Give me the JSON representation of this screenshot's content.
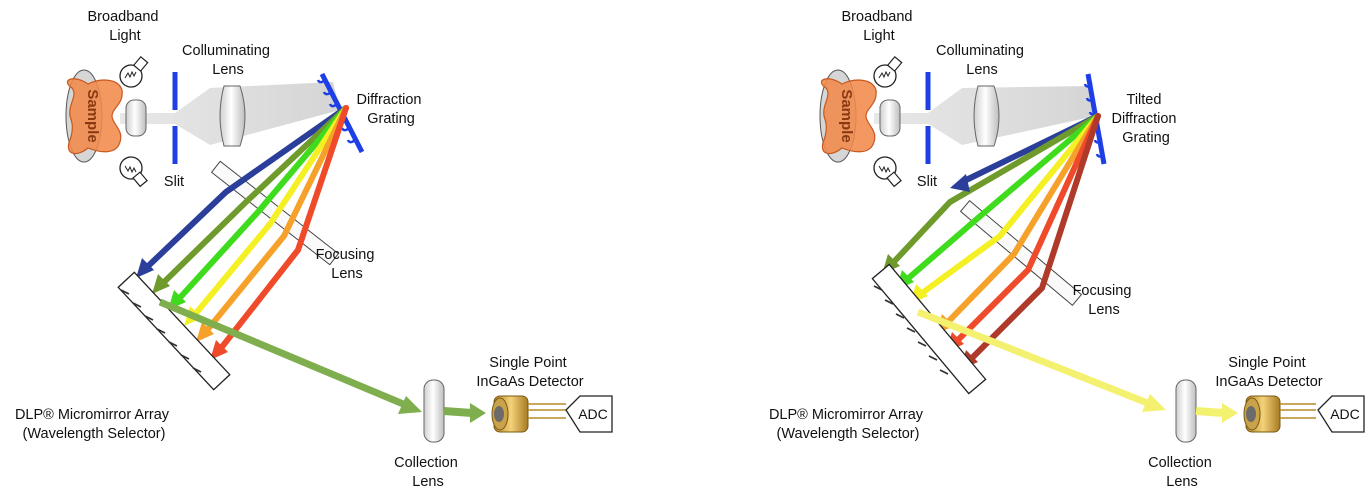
{
  "panels": [
    {
      "labels": {
        "broadband": [
          "Broadband",
          "Light"
        ],
        "collimating": [
          "Colluminating",
          "Lens"
        ],
        "grating": [
          "Diffraction",
          "Grating"
        ],
        "slit": "Slit",
        "focusing": [
          "Focusing",
          "Lens"
        ],
        "dmd": [
          "DLP® Micromirror Array",
          "(Wavelength Selector)"
        ],
        "detector": [
          "Single Point",
          "InGaAs Detector"
        ],
        "collection": [
          "Collection",
          "Lens"
        ],
        "adc": "ADC",
        "sample": "Sample"
      }
    },
    {
      "labels": {
        "broadband": [
          "Broadband",
          "Light"
        ],
        "collimating": [
          "Colluminating",
          "Lens"
        ],
        "grating": [
          "Tilted",
          "Diffraction",
          "Grating"
        ],
        "slit": "Slit",
        "focusing": [
          "Focusing",
          "Lens"
        ],
        "dmd": [
          "DLP® Micromirror Array",
          "(Wavelength Selector)"
        ],
        "detector": [
          "Single Point",
          "InGaAs Detector"
        ],
        "collection": [
          "Collection",
          "Lens"
        ],
        "adc": "ADC",
        "sample": "Sample"
      }
    }
  ],
  "colors": {
    "beam_violet": "#2b3f9a",
    "beam_green_dark": "#6f9a2c",
    "beam_green": "#3fdc1e",
    "beam_yellow": "#f4f024",
    "beam_orange": "#f5a12a",
    "beam_red": "#ef4a2a",
    "beam_darkred": "#b03a2a",
    "selected_left": "#7fae4e",
    "selected_right": "#f4f070",
    "slit_and_grating": "#1f3fe6",
    "sample_fill": "#f08a4a"
  }
}
